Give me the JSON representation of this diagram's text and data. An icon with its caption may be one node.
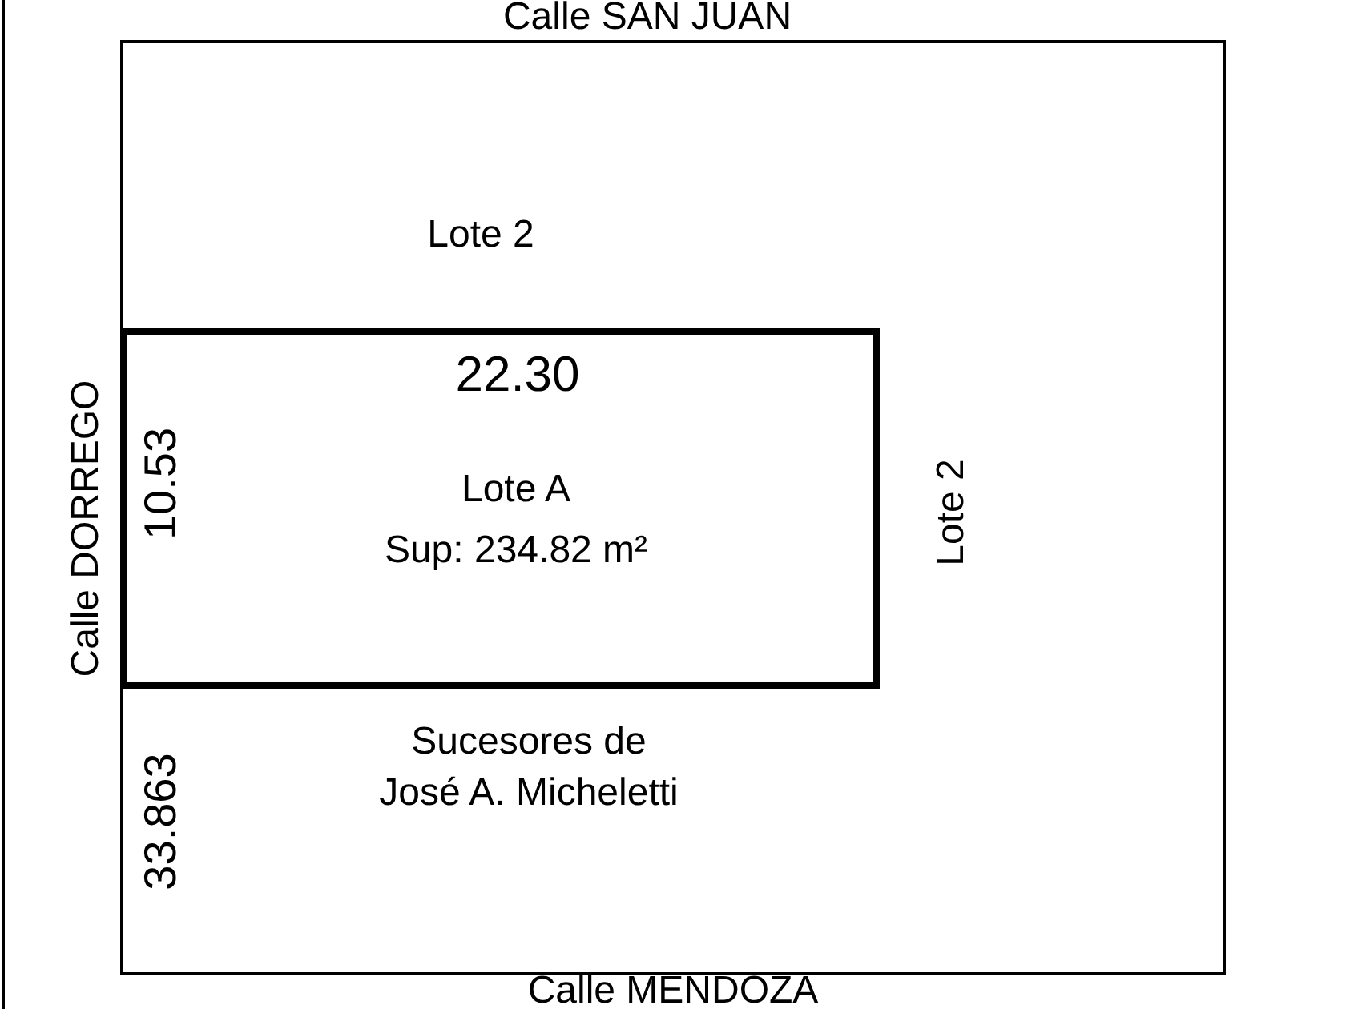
{
  "diagram": {
    "nodes": [
      {
        "text": [
          "Lote 2",
          "Lote 2"
        ]
      },
      {
        "text": [
          "Lote A",
          "Sup: 234.82 m²"
        ],
        "in": 0
      }
    ],
    "labels": [
      "Calle SAN JUAN",
      "22.30",
      "Calle DORREGO",
      "10.53",
      "Sucesores de José A. Micheletti",
      "33.863",
      "Calle MENDOZA"
    ]
  }
}
